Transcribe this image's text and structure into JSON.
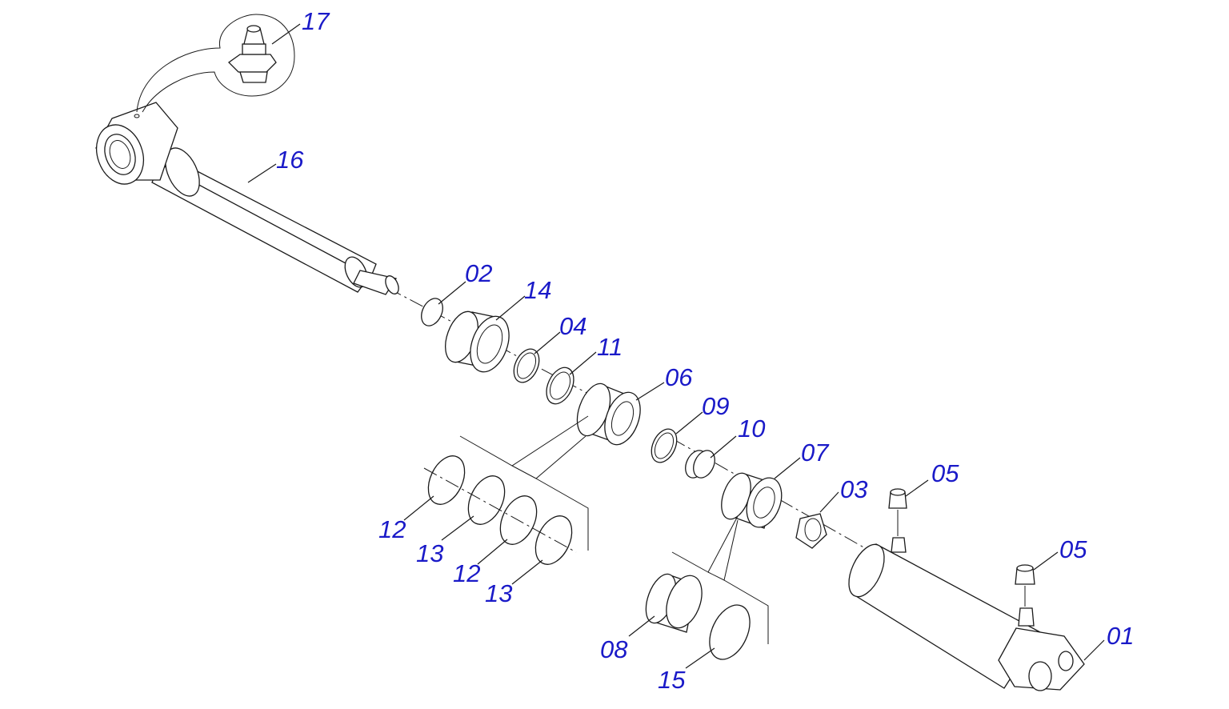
{
  "diagram": {
    "label_color": "#1a1ac8",
    "line_color": "#1a1a1a",
    "callouts": [
      {
        "id": "17",
        "text": "17"
      },
      {
        "id": "16",
        "text": "16"
      },
      {
        "id": "02",
        "text": "02"
      },
      {
        "id": "14",
        "text": "14"
      },
      {
        "id": "04",
        "text": "04"
      },
      {
        "id": "11",
        "text": "11"
      },
      {
        "id": "06",
        "text": "06"
      },
      {
        "id": "09",
        "text": "09"
      },
      {
        "id": "10",
        "text": "10"
      },
      {
        "id": "07",
        "text": "07"
      },
      {
        "id": "05a",
        "text": "05"
      },
      {
        "id": "03",
        "text": "03"
      },
      {
        "id": "05b",
        "text": "05"
      },
      {
        "id": "01",
        "text": "01"
      },
      {
        "id": "12a",
        "text": "12"
      },
      {
        "id": "13a",
        "text": "13"
      },
      {
        "id": "12b",
        "text": "12"
      },
      {
        "id": "13b",
        "text": "13"
      },
      {
        "id": "08",
        "text": "08"
      },
      {
        "id": "15",
        "text": "15"
      }
    ]
  }
}
